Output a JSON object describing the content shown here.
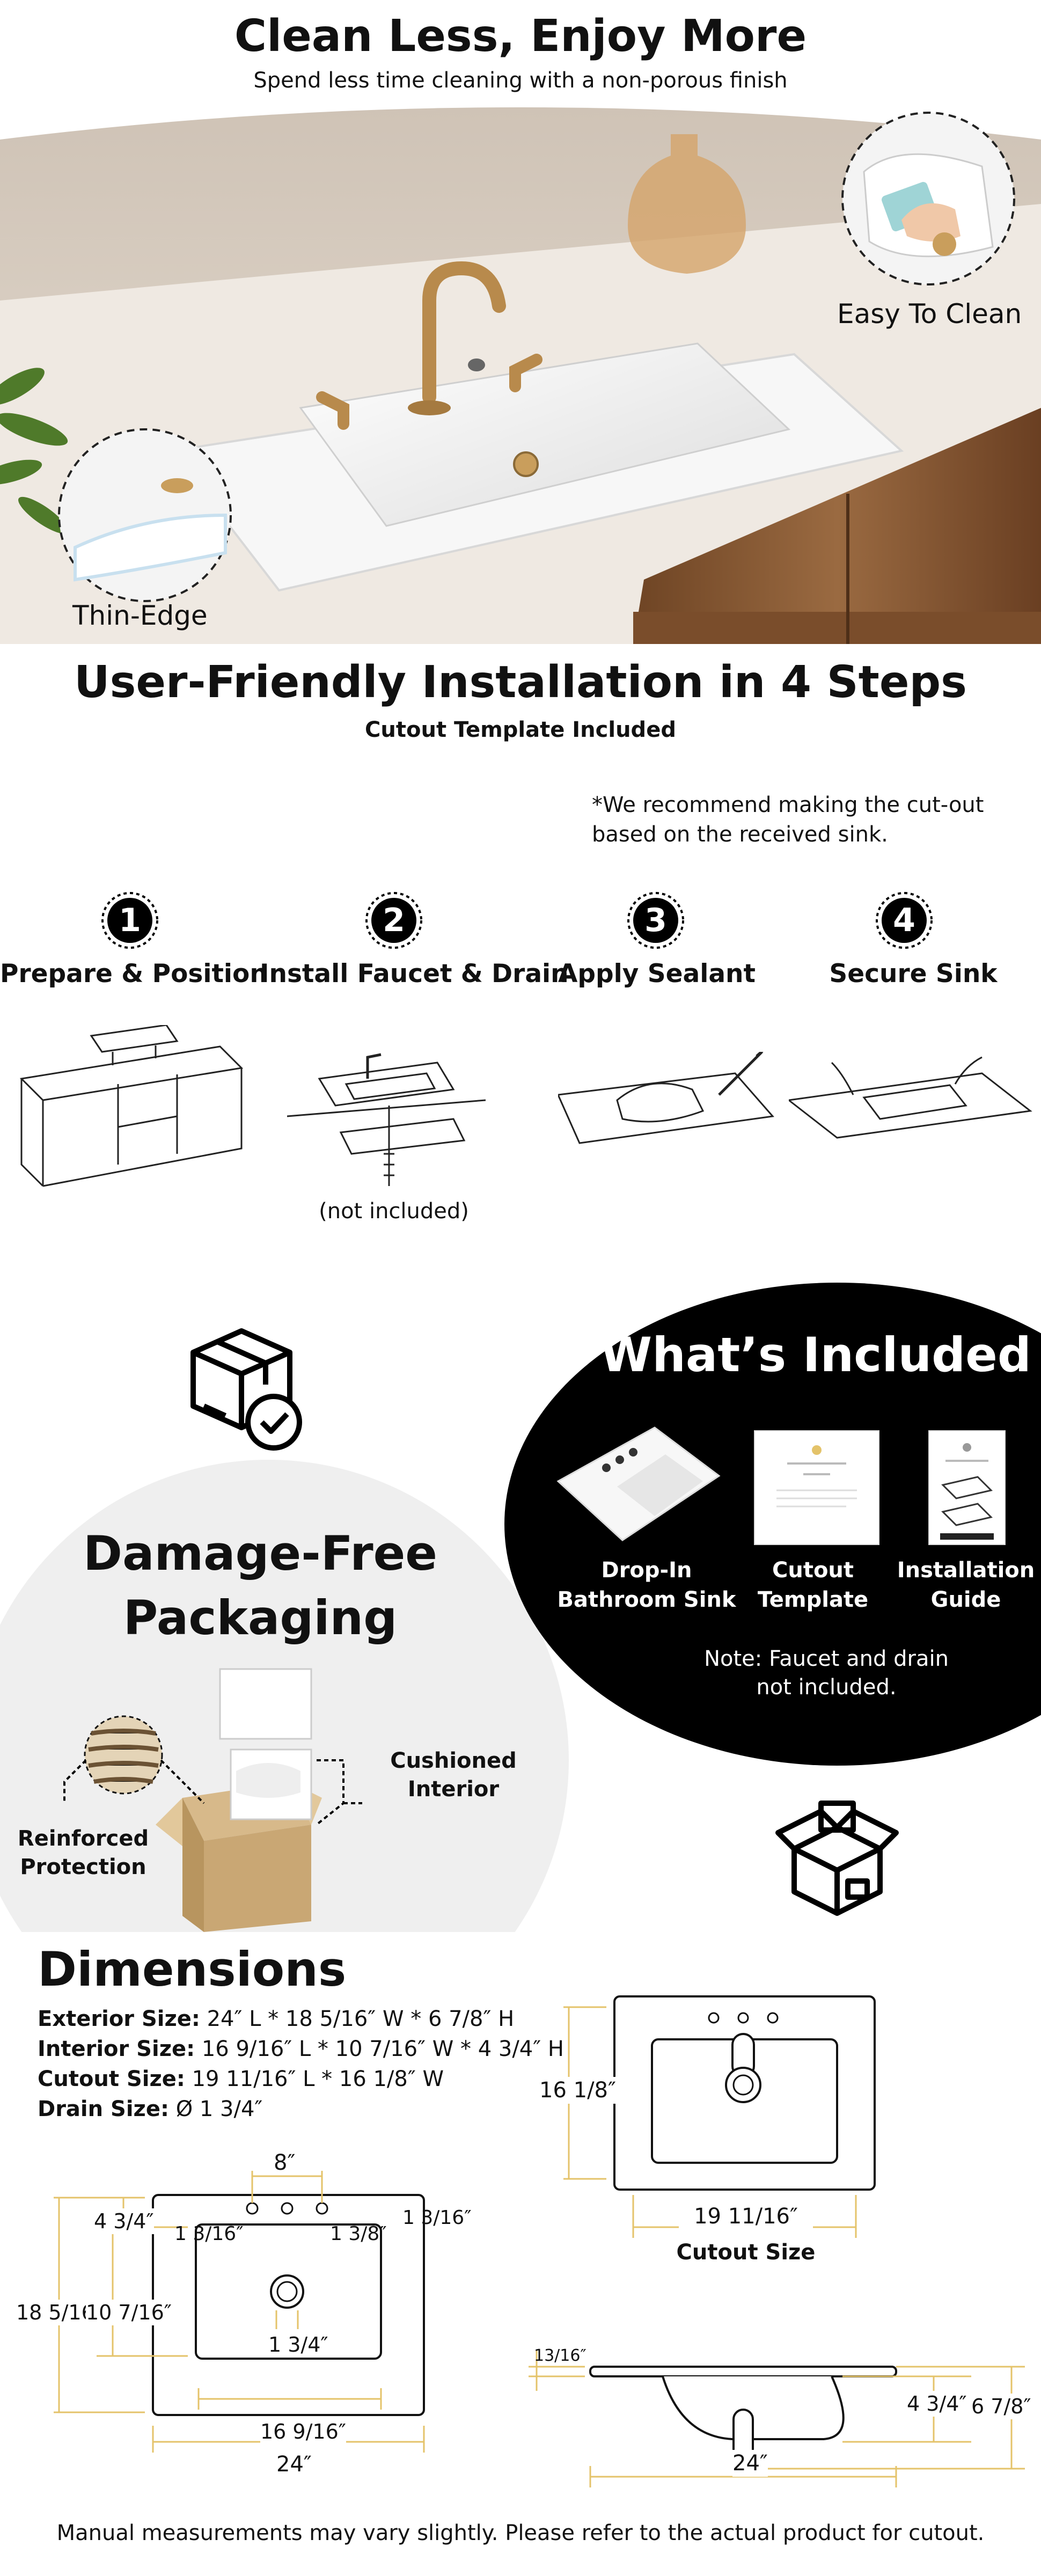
{
  "hero": {
    "title": "Clean Less, Enjoy More",
    "subtitle": "Spend less time cleaning with a non-porous finish",
    "callout_right": "Easy To Clean",
    "callout_left": "Thin-Edge"
  },
  "install": {
    "title": "User-Friendly Installation in 4 Steps",
    "subtitle": "Cutout Template Included",
    "note_line1": "*We recommend making the cut-out",
    "note_line2": "based on the received sink.",
    "steps": [
      {
        "number": "1",
        "label": "Prepare & Position"
      },
      {
        "number": "2",
        "label": "Install Faucet & Drain"
      },
      {
        "number": "3",
        "label": "Apply Sealant"
      },
      {
        "number": "4",
        "label": "Secure Sink"
      }
    ],
    "step2_note": "(not included)"
  },
  "included": {
    "title": "What’s Included",
    "items": [
      {
        "line1": "Drop-In",
        "line2": "Bathroom Sink"
      },
      {
        "line1": "Cutout",
        "line2": "Template"
      },
      {
        "line1": "Installation",
        "line2": "Guide"
      }
    ],
    "note_line1": "Note: Faucet and drain",
    "note_line2": "not included."
  },
  "packaging": {
    "title_line1": "Damage-Free",
    "title_line2": "Packaging",
    "label_cushion_1": "Cushioned",
    "label_cushion_2": "Interior",
    "label_reinforced_1": "Reinforced",
    "label_reinforced_2": "Protection"
  },
  "dimensions": {
    "title": "Dimensions",
    "specs": [
      {
        "label": "Exterior Size:",
        "value": "24″ L * 18 5/16″ W * 6 7/8″ H"
      },
      {
        "label": "Interior Size:",
        "value": "16 9/16″ L * 10 7/16″ W * 4 3/4″ H"
      },
      {
        "label": "Cutout Size:",
        "value": "19 11/16″ L * 16 1/8″ W"
      },
      {
        "label": "Drain Size:",
        "value": "Ø 1 3/4″"
      }
    ],
    "cutout_label": "Cutout Size",
    "cutout_h": "16 1/8″",
    "cutout_w": "19 11/16″",
    "top_8": "8″",
    "top_left_434": "4 3/4″",
    "top_1316a": "1 3/16″",
    "top_1316b": "1 3/8″",
    "top_1316c": "1 3/16″",
    "left_18516": "18 5/16″",
    "left_10716": "10 7/16″",
    "drain_134": "1 3/4″",
    "inner_16916": "16 9/16″",
    "outer_24": "24″",
    "side_1316": "13/16″",
    "side_434": "4 3/4″",
    "side_678": "6 7/8″",
    "side_24": "24″"
  },
  "footer": "Manual measurements may vary slightly. Please refer to the actual product for cutout.",
  "colors": {
    "accent": "#e4c36a",
    "black": "#000000",
    "gray": "#efefef",
    "wall": "#d9cfc4",
    "counter": "#ece6df",
    "wood": "#8a5a35"
  }
}
